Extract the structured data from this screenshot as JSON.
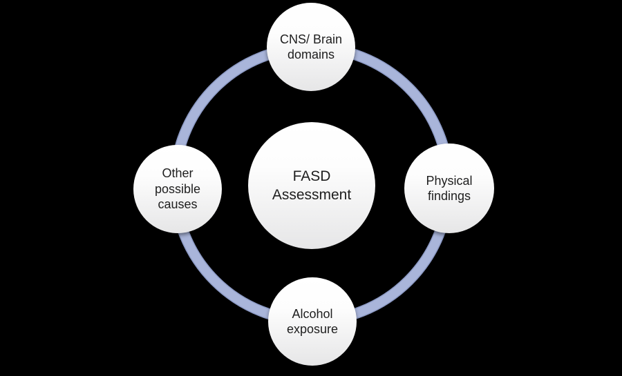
{
  "diagram": {
    "background_color": "#000000",
    "ring_color": "#a9b5da",
    "ring_edge_color": "#8b99c4",
    "node_fill_top_color": "#ffffff",
    "node_fill_bottom_color": "#e6e6e7",
    "node_text_color": "#1e1e1e",
    "center": {
      "label": "FASD\nAssessment"
    },
    "nodes": [
      {
        "id": "top",
        "label": "CNS/ Brain\ndomains"
      },
      {
        "id": "right",
        "label": "Physical\nfindings"
      },
      {
        "id": "bottom",
        "label": "Alcohol\nexposure"
      },
      {
        "id": "left",
        "label": "Other\npossible\ncauses"
      }
    ]
  }
}
